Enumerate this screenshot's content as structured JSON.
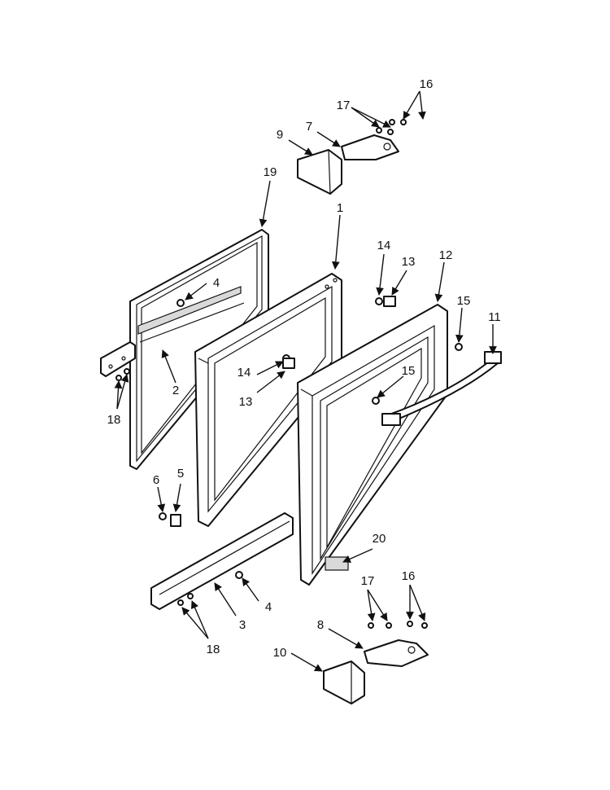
{
  "callouts": [
    {
      "id": "c16a",
      "text": "16"
    },
    {
      "id": "c17a",
      "text": "17"
    },
    {
      "id": "c7",
      "text": "7"
    },
    {
      "id": "c9",
      "text": "9"
    },
    {
      "id": "c19",
      "text": "19"
    },
    {
      "id": "c1",
      "text": "1"
    },
    {
      "id": "c14a",
      "text": "14"
    },
    {
      "id": "c13a",
      "text": "13"
    },
    {
      "id": "c12",
      "text": "12"
    },
    {
      "id": "c4a",
      "text": "4"
    },
    {
      "id": "c15a",
      "text": "15"
    },
    {
      "id": "c11",
      "text": "11"
    },
    {
      "id": "c14b",
      "text": "14"
    },
    {
      "id": "c15b",
      "text": "15"
    },
    {
      "id": "c2",
      "text": "2"
    },
    {
      "id": "c13b",
      "text": "13"
    },
    {
      "id": "c18a",
      "text": "18"
    },
    {
      "id": "c6",
      "text": "6"
    },
    {
      "id": "c5",
      "text": "5"
    },
    {
      "id": "c20",
      "text": "20"
    },
    {
      "id": "c17b",
      "text": "17"
    },
    {
      "id": "c16b",
      "text": "16"
    },
    {
      "id": "c4b",
      "text": "4"
    },
    {
      "id": "c3",
      "text": "3"
    },
    {
      "id": "c8",
      "text": "8"
    },
    {
      "id": "c18b",
      "text": "18"
    },
    {
      "id": "c10",
      "text": "10"
    }
  ]
}
